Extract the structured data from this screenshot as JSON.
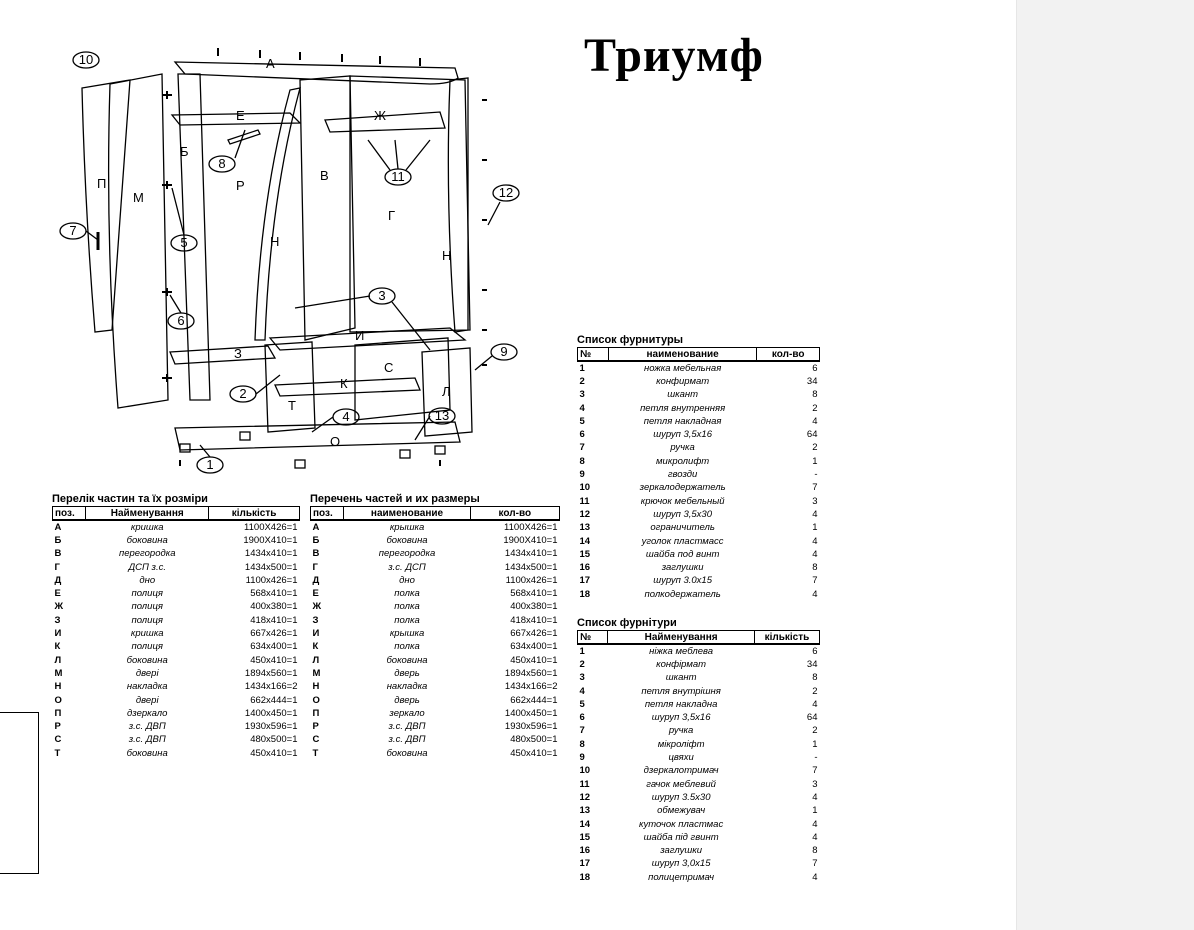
{
  "title": "Триумф",
  "drawing": {
    "callouts": [
      "10",
      "8",
      "5",
      "7",
      "6",
      "2",
      "4",
      "1",
      "11",
      "12",
      "3",
      "9",
      "13"
    ],
    "part_letters": [
      "А",
      "Е",
      "Б",
      "М",
      "П",
      "Р",
      "Н",
      "В",
      "Ж",
      "Г",
      "Н",
      "И",
      "С",
      "З",
      "К",
      "Т",
      "Л",
      "О"
    ]
  },
  "parts_ua": {
    "caption": "Перелік частин та їх розміри",
    "headers": [
      "поз.",
      "Найменування",
      "кількість"
    ],
    "rows": [
      [
        "А",
        "кришка",
        "1100X426=1"
      ],
      [
        "Б",
        "боковина",
        "1900X410=1"
      ],
      [
        "В",
        "перегородка",
        "1434x410=1"
      ],
      [
        "Г",
        "ДСП з.с.",
        "1434x500=1"
      ],
      [
        "Д",
        "дно",
        "1100x426=1"
      ],
      [
        "Е",
        "полиця",
        "568x410=1"
      ],
      [
        "Ж",
        "полиця",
        "400x380=1"
      ],
      [
        "З",
        "полиця",
        "418x410=1"
      ],
      [
        "И",
        "кришка",
        "667x426=1"
      ],
      [
        "К",
        "полиця",
        "634x400=1"
      ],
      [
        "Л",
        "боковина",
        "450x410=1"
      ],
      [
        "М",
        "двері",
        "1894x560=1"
      ],
      [
        "Н",
        "накладка",
        "1434x166=2"
      ],
      [
        "О",
        "двері",
        "662x444=1"
      ],
      [
        "П",
        "дзеркало",
        "1400x450=1"
      ],
      [
        "Р",
        "з.с. ДВП",
        "1930x596=1"
      ],
      [
        "С",
        "з.с. ДВП",
        "480x500=1"
      ],
      [
        "Т",
        "боковина",
        "450x410=1"
      ]
    ]
  },
  "parts_ru": {
    "caption": "Перечень частей и их размеры",
    "headers": [
      "поз.",
      "наименование",
      "кол-во"
    ],
    "rows": [
      [
        "А",
        "крышка",
        "1100X426=1"
      ],
      [
        "Б",
        "боковина",
        "1900X410=1"
      ],
      [
        "В",
        "перегородка",
        "1434x410=1"
      ],
      [
        "Г",
        "з.с. ДСП",
        "1434x500=1"
      ],
      [
        "Д",
        "дно",
        "1100x426=1"
      ],
      [
        "Е",
        "полка",
        "568x410=1"
      ],
      [
        "Ж",
        "полка",
        "400x380=1"
      ],
      [
        "З",
        "полка",
        "418x410=1"
      ],
      [
        "И",
        "крышка",
        "667x426=1"
      ],
      [
        "К",
        "полка",
        "634x400=1"
      ],
      [
        "Л",
        "боковина",
        "450x410=1"
      ],
      [
        "М",
        "дверь",
        "1894x560=1"
      ],
      [
        "Н",
        "накладка",
        "1434x166=2"
      ],
      [
        "О",
        "дверь",
        "662x444=1"
      ],
      [
        "П",
        "зеркало",
        "1400x450=1"
      ],
      [
        "Р",
        "з.с. ДВП",
        "1930x596=1"
      ],
      [
        "С",
        "з.с. ДВП",
        "480x500=1"
      ],
      [
        "Т",
        "боковина",
        "450x410=1"
      ]
    ]
  },
  "fittings_ru": {
    "caption": "Список фурнитуры",
    "headers": [
      "№",
      "наименование",
      "кол-во"
    ],
    "rows": [
      [
        "1",
        "ножка мебельная",
        "6"
      ],
      [
        "2",
        "конфирмат",
        "34"
      ],
      [
        "3",
        "шкант",
        "8"
      ],
      [
        "4",
        "петля внутренняя",
        "2"
      ],
      [
        "5",
        "петля накладная",
        "4"
      ],
      [
        "6",
        "шуруп 3,5x16",
        "64"
      ],
      [
        "7",
        "ручка",
        "2"
      ],
      [
        "8",
        "микролифт",
        "1"
      ],
      [
        "9",
        "гвозди",
        "-"
      ],
      [
        "10",
        "зеркалодержатель",
        "7"
      ],
      [
        "11",
        "крючок мебельный",
        "3"
      ],
      [
        "12",
        "шуруп 3,5x30",
        "4"
      ],
      [
        "13",
        "ограничитель",
        "1"
      ],
      [
        "14",
        "уголок пластмасс",
        "4"
      ],
      [
        "15",
        "шайба под винт",
        "4"
      ],
      [
        "16",
        "заглушки",
        "8"
      ],
      [
        "17",
        "шуруп 3.0x15",
        "7"
      ],
      [
        "18",
        "полкодержатель",
        "4"
      ]
    ]
  },
  "fittings_ua": {
    "caption": "Список фурнітури",
    "headers": [
      "№",
      "Найменування",
      "кількість"
    ],
    "rows": [
      [
        "1",
        "ніжка меблева",
        "6"
      ],
      [
        "2",
        "конфірмат",
        "34"
      ],
      [
        "3",
        "шкант",
        "8"
      ],
      [
        "4",
        "петля внутрішня",
        "2"
      ],
      [
        "5",
        "петля накладна",
        "4"
      ],
      [
        "6",
        "шуруп 3,5x16",
        "64"
      ],
      [
        "7",
        "ручка",
        "2"
      ],
      [
        "8",
        "мікроліфт",
        "1"
      ],
      [
        "9",
        "цвяхи",
        "-"
      ],
      [
        "10",
        "дзеркалотримач",
        "7"
      ],
      [
        "11",
        "гачок меблевий",
        "3"
      ],
      [
        "12",
        "шуруп 3.5x30",
        "4"
      ],
      [
        "13",
        "обмежувач",
        "1"
      ],
      [
        "14",
        "куточок пластмас",
        "4"
      ],
      [
        "15",
        "шайба під гвинт",
        "4"
      ],
      [
        "16",
        "заглушки",
        "8"
      ],
      [
        "17",
        "шуруп 3,0x15",
        "7"
      ],
      [
        "18",
        "полицетримач",
        "4"
      ]
    ]
  }
}
